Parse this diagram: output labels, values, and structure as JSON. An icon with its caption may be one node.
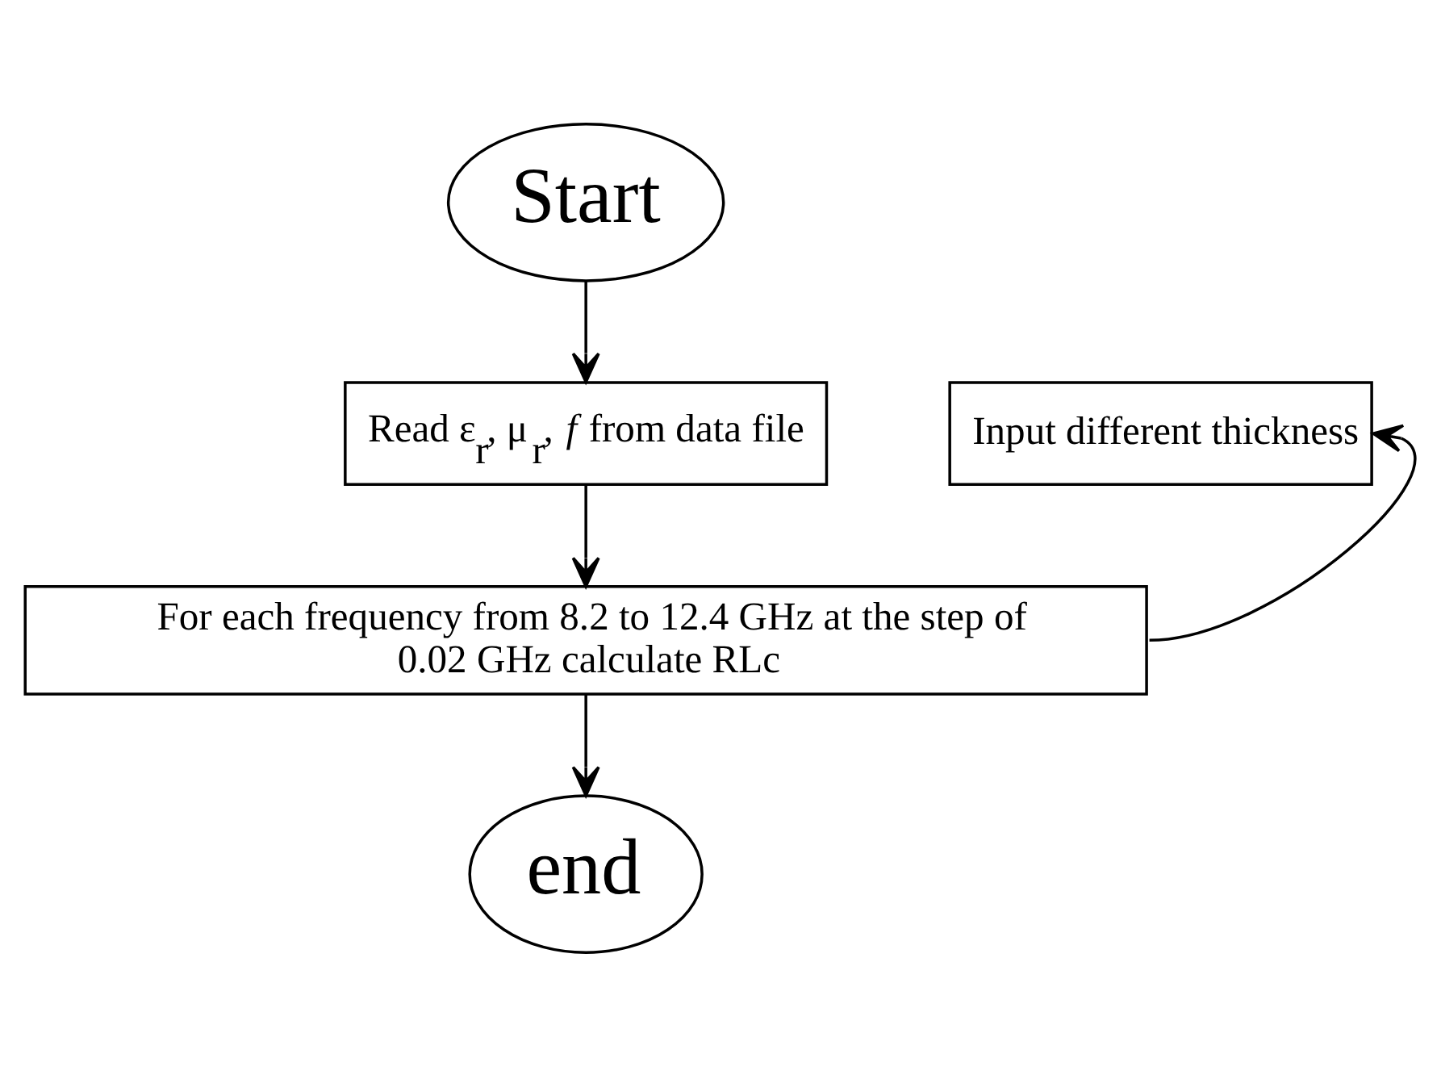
{
  "diagram": {
    "nodes": [
      {
        "text": [
          "Start"
        ]
      },
      {
        "text": [
          "Read ε$_{r}$, μ$_{r}$, *f* from data file"
        ]
      },
      {
        "text": [
          "Input different thickness"
        ]
      },
      {
        "text": [
          "For each frequency from 8.2 to 12.4 GHz at the step of 0.02 GHz calculate RLc"
        ]
      },
      {
        "text": [
          "end"
        ]
      }
    ],
    "edges": [
      {
        "from": 0,
        "to": 1,
        "arrow": "to"
      },
      {
        "from": 1,
        "to": 3,
        "arrow": "to"
      },
      {
        "from": 3,
        "to": 2,
        "arrow": "to"
      },
      {
        "from": 3,
        "to": 4,
        "arrow": "to"
      }
    ]
  }
}
